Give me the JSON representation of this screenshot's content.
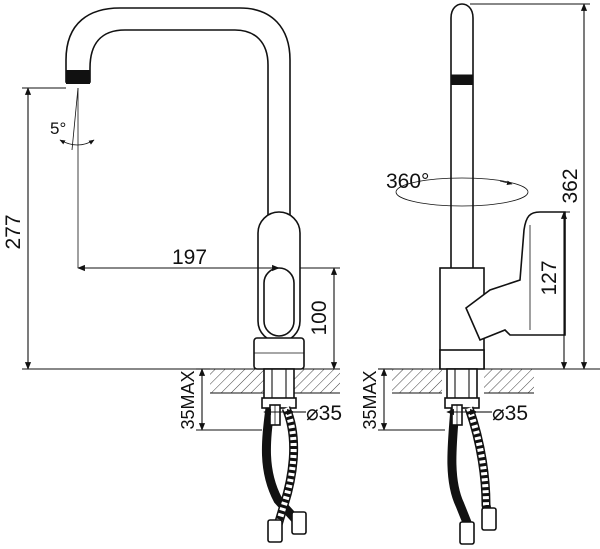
{
  "front_view": {
    "height_label": "277",
    "reach_label": "197",
    "handle_height_label": "100",
    "spout_angle_label": "5°",
    "mount_depth_label": "35MAX",
    "hole_diameter_label": "⌀35"
  },
  "side_view": {
    "rotation_label": "360°",
    "total_height_label": "362",
    "handle_height_label": "127",
    "mount_depth_label": "35MAX",
    "hole_diameter_label": "⌀35"
  },
  "colors": {
    "line": "#111111",
    "background": "#ffffff"
  }
}
